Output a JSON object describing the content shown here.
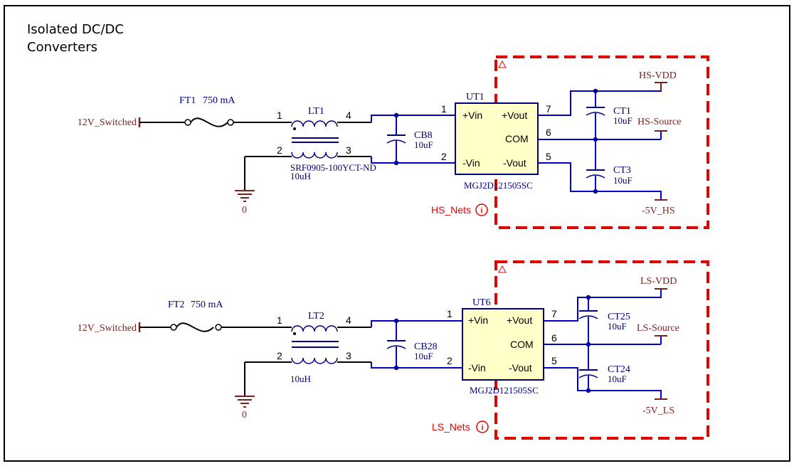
{
  "title": {
    "line1": "Isolated DC/DC",
    "line2": "Converters"
  },
  "top": {
    "input_net": "12V_Switched",
    "fuse_ref": "FT1",
    "fuse_value": "750 mA",
    "inductor_ref": "LT1",
    "inductor_pins": [
      "1",
      "4",
      "2",
      "3"
    ],
    "inductor_part": "SRF0905-100YCT-ND",
    "inductor_value": "10uH",
    "ground_net": "0",
    "cap_in_ref": "CB8",
    "cap_in_value": "10uF",
    "ic_ref": "UT1",
    "ic_part": "MGJ2D121505SC",
    "ic_pin_numbers": [
      "1",
      "2",
      "7",
      "6",
      "5"
    ],
    "ic_pins": {
      "vin_p": "+Vin",
      "vin_n": "-Vin",
      "vout_p": "+Vout",
      "com": "COM",
      "vout_n": "-Vout"
    },
    "cap_out1_ref": "CT1",
    "cap_out1_value": "10uF",
    "cap_out2_ref": "CT3",
    "cap_out2_value": "10uF",
    "out_nets": [
      "HS-VDD",
      "HS-Source",
      "-5V_HS"
    ],
    "net_class": "HS_Nets"
  },
  "bottom": {
    "input_net": "12V_Switched",
    "fuse_ref": "FT2",
    "fuse_value": "750 mA",
    "inductor_ref": "LT2",
    "inductor_pins": [
      "1",
      "4",
      "2",
      "3"
    ],
    "inductor_value": "10uH",
    "ground_net": "0",
    "cap_in_ref": "CB28",
    "cap_in_value": "10uF",
    "ic_ref": "UT6",
    "ic_part": "MGJ2D121505SC",
    "ic_pin_numbers": [
      "1",
      "2",
      "7",
      "6",
      "5"
    ],
    "ic_pins": {
      "vin_p": "+Vin",
      "vin_n": "-Vin",
      "vout_p": "+Vout",
      "com": "COM",
      "vout_n": "-Vout"
    },
    "cap_out1_ref": "CT25",
    "cap_out1_value": "10uF",
    "cap_out2_ref": "CT24",
    "cap_out2_value": "10uF",
    "out_nets": [
      "LS-VDD",
      "LS-Source",
      "-5V_LS"
    ],
    "net_class": "LS_Nets"
  },
  "colors": {
    "wire": "#0000cc",
    "net_label": "#7a1f1f",
    "component_text": "#000080",
    "room": "#e00000"
  },
  "icons": {
    "net_class_marker": "info-circle-icon",
    "room_marker": "triangle-icon"
  }
}
